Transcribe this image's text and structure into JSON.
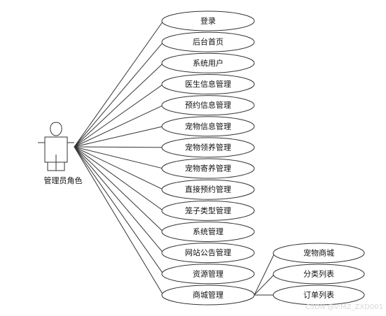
{
  "actor": {
    "label": "管理员角色"
  },
  "use_cases": [
    "登录",
    "后台首页",
    "系统用户",
    "医生信息管理",
    "预约信息管理",
    "宠物信息管理",
    "宠物领养管理",
    "宠物寄养管理",
    "直接预约管理",
    "笼子类型管理",
    "系统管理",
    "网站公告管理",
    "资源管理",
    "商城管理"
  ],
  "sub_use_cases": [
    "宠物商城",
    "分类列表",
    "订单列表"
  ],
  "watermark": "CSDN @v:MZ_ZXD001"
}
